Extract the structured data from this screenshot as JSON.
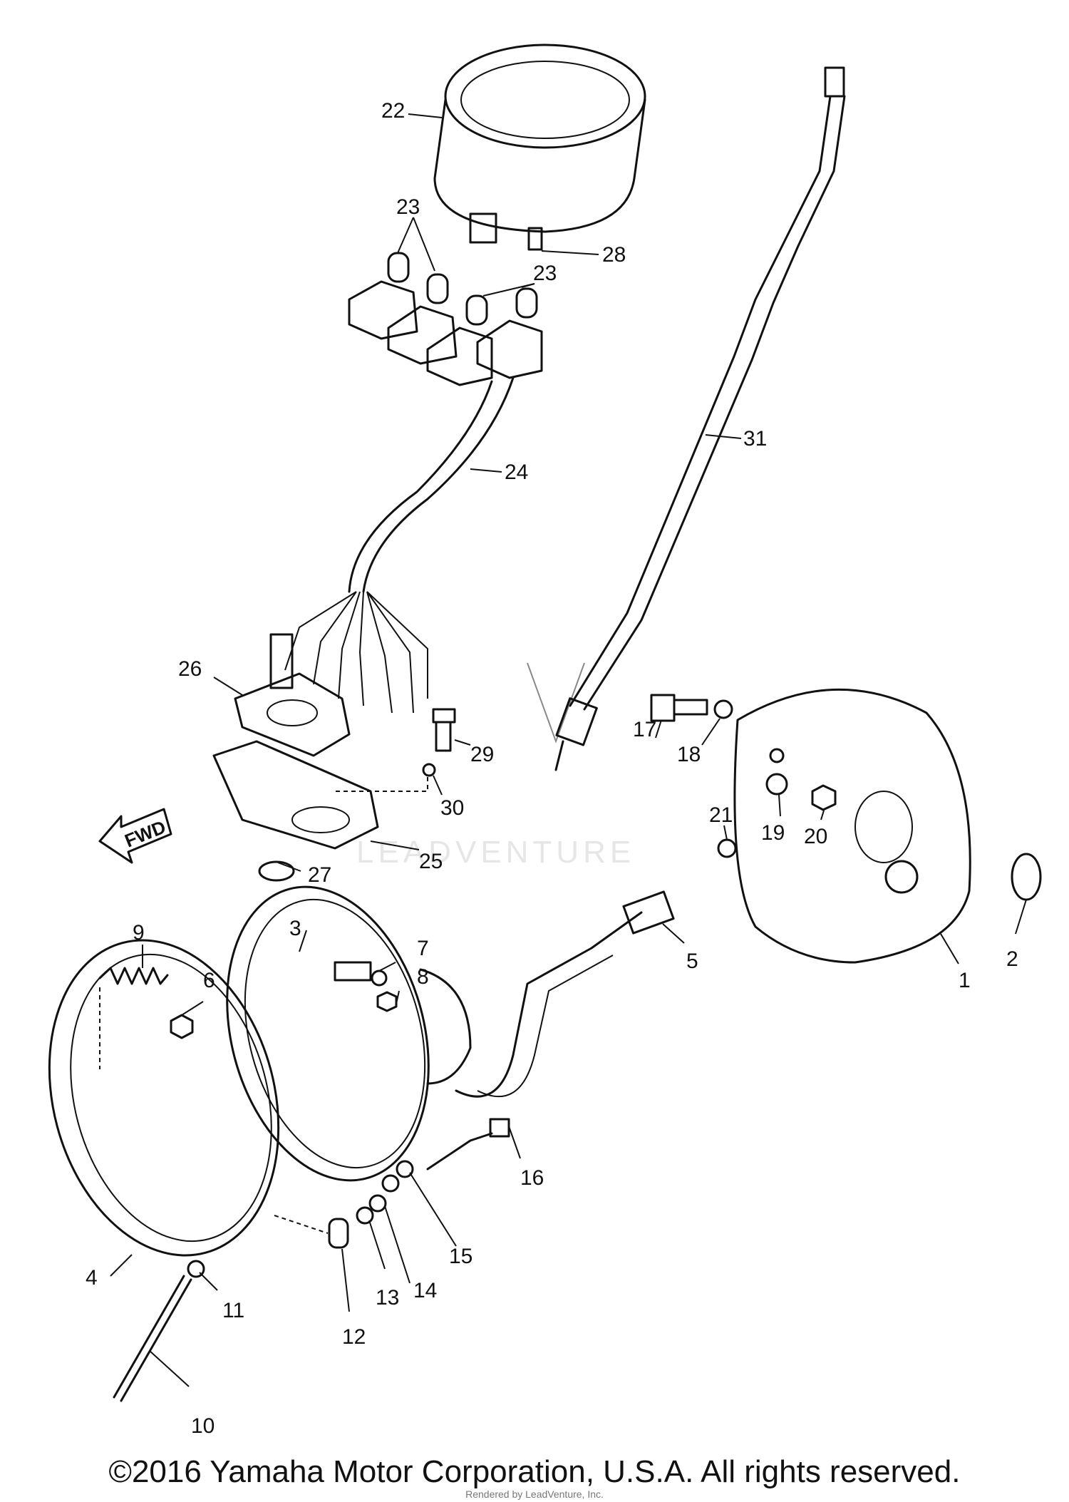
{
  "diagram": {
    "callouts": {
      "p1": "1",
      "p2": "2",
      "p3": "3",
      "p4": "4",
      "p5": "5",
      "p6": "6",
      "p7": "7",
      "p8": "8",
      "p9": "9",
      "p10": "10",
      "p11": "11",
      "p12": "12",
      "p13": "13",
      "p14": "14",
      "p15": "15",
      "p16": "16",
      "p17": "17",
      "p18": "18",
      "p19": "19",
      "p20": "20",
      "p21": "21",
      "p22": "22",
      "p23a": "23",
      "p23b": "23",
      "p24": "24",
      "p25": "25",
      "p26": "26",
      "p27": "27",
      "p28": "28",
      "p29": "29",
      "p30": "30",
      "p31": "31"
    },
    "fwd_label": "FWD",
    "watermark": "LEADVENTURE",
    "copyright": "©2016 Yamaha Motor Corporation, U.S.A. All rights reserved.",
    "rendered_by": "Rendered by LeadVenture, Inc."
  }
}
